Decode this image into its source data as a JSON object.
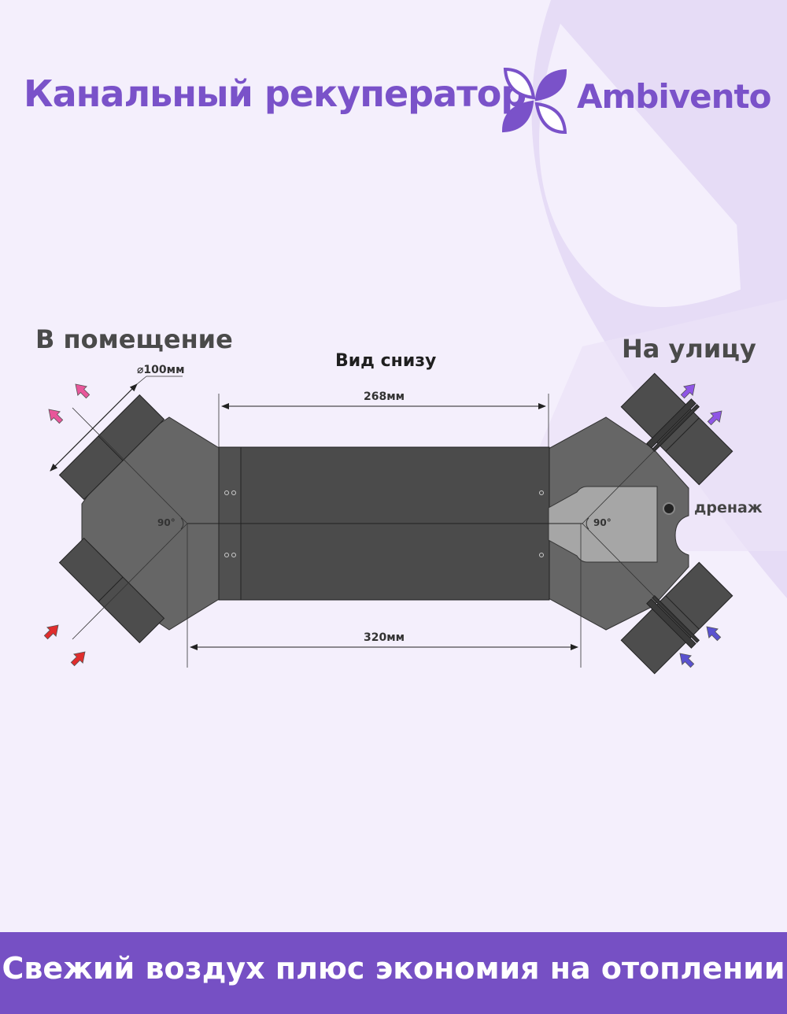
{
  "header": {
    "title": "Канальный рекуператор",
    "brand": "Ambivento",
    "logo_icon": "propeller-logo-icon"
  },
  "labels": {
    "indoor": "В помещение",
    "outdoor": "На улицу",
    "view": "Вид снизу",
    "drain": "дренаж"
  },
  "dimensions": {
    "diameter": "⌀100мм",
    "inner_length": "268мм",
    "outer_length": "320мм",
    "angle_left": "90°",
    "angle_right": "90°"
  },
  "footer": {
    "text": "Свежий воздух плюс экономия на отоплении"
  },
  "colors": {
    "accent": "#7a52c9",
    "footer_bg": "#7650c4",
    "background": "#f4effc",
    "body_dark": "#4d4d4d",
    "body_mid": "#666666",
    "arrow_pink": "#e8569a",
    "arrow_red": "#e02d2d",
    "arrow_purple": "#8f55e6",
    "arrow_blue": "#5a52d0"
  }
}
